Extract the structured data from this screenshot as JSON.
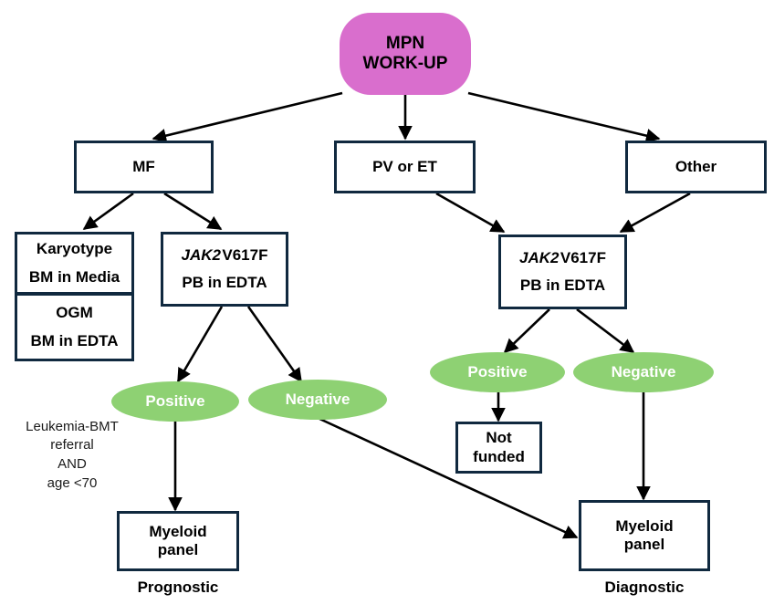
{
  "diagram": {
    "title": "MPN WORK-UP algorithm",
    "colors": {
      "node_border": "#10293f",
      "root_fill": "#d96ecd",
      "result_fill": "#8ed173",
      "edge": "#000000",
      "text": "#000000",
      "result_text": "#ffffff",
      "background": "#ffffff"
    }
  },
  "nodes": {
    "root": {
      "line1": "MPN",
      "line2": "WORK-UP"
    },
    "mf": {
      "label": "MF"
    },
    "pv_et": {
      "label": "PV or ET"
    },
    "other": {
      "label": "Other"
    },
    "karyotype": {
      "title": "Karyotype",
      "specimen": "BM in Media"
    },
    "ogm": {
      "title": "OGM",
      "specimen": "BM in EDTA"
    },
    "jak2_left": {
      "gene": "JAK2",
      "variant": "V617F",
      "specimen": "PB in EDTA"
    },
    "jak2_right": {
      "gene": "JAK2",
      "variant": "V617F",
      "specimen": "PB in EDTA"
    },
    "positive_left": {
      "label": "Positive"
    },
    "negative_left": {
      "label": "Negative"
    },
    "positive_right": {
      "label": "Positive"
    },
    "negative_right": {
      "label": "Negative"
    },
    "not_funded": {
      "line1": "Not",
      "line2": "funded"
    },
    "myeloid_left": {
      "line1": "Myeloid",
      "line2": "panel"
    },
    "myeloid_right": {
      "line1": "Myeloid",
      "line2": "panel"
    },
    "referral_note": {
      "line1": "Leukemia-BMT",
      "line2": "referral",
      "line3": "AND",
      "line4": "age <70"
    }
  },
  "captions": {
    "prognostic": "Prognostic",
    "diagnostic": "Diagnostic"
  }
}
